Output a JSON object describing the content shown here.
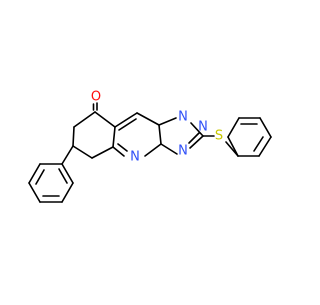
{
  "molecule": {
    "atom_colors": {
      "O": "#ff0d0d",
      "N": "#3050f8",
      "S": "#c8c800",
      "C": "#000000"
    },
    "labels": {
      "oxygen": "O",
      "n_ring_a": "N",
      "n_ring_b": "N",
      "n_ring_c": "N",
      "n_ring_d": "N",
      "sulfur": "S"
    }
  }
}
